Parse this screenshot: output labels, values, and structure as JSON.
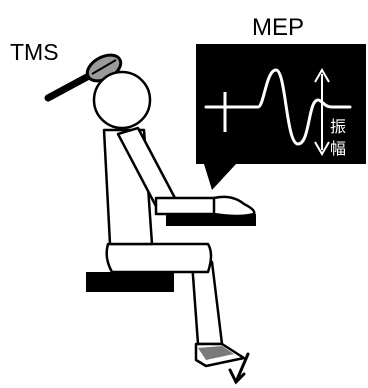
{
  "labels": {
    "tms": "TMS",
    "mep": "MEP",
    "amplitude_char1": "振",
    "amplitude_char2": "幅"
  },
  "icons": {
    "coil": "tms-coil-icon",
    "amplitude_arrow": "double-arrow-icon",
    "twitch_arrow": "movement-arrow-icon"
  },
  "colors": {
    "ink": "#000000",
    "screen": "#000000",
    "trace": "#ffffff",
    "coil_fill": "#9a9a9a",
    "muscle_fill": "#7a7a7a",
    "background": "#ffffff"
  }
}
